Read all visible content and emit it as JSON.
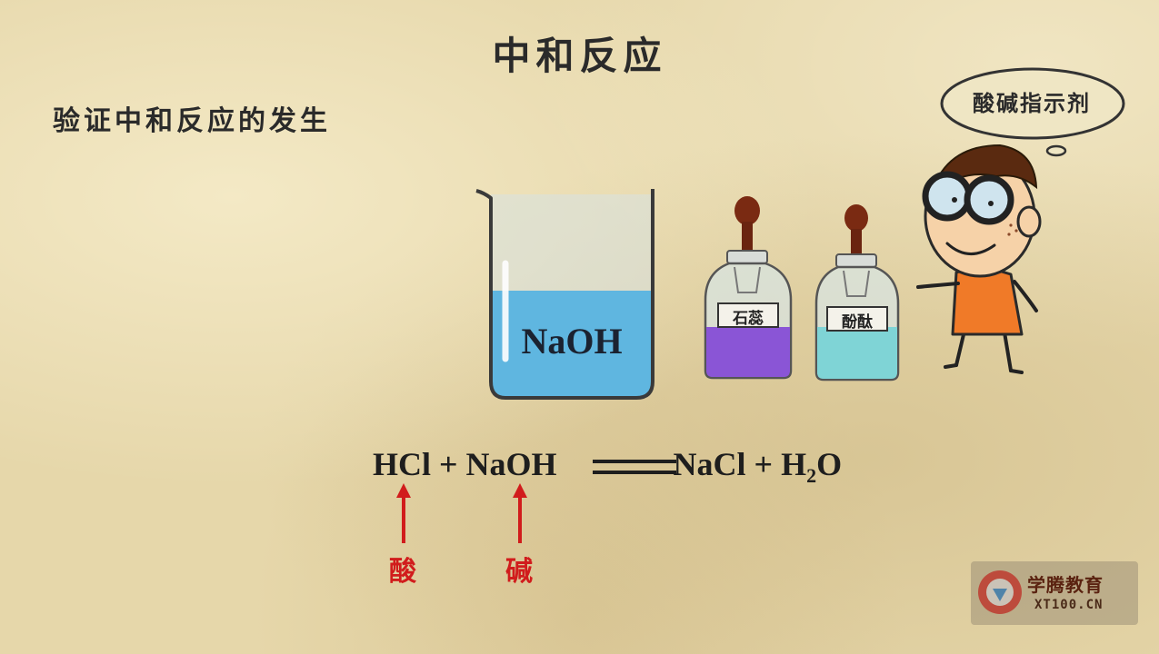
{
  "title": "中和反应",
  "subtitle": "验证中和反应的发生",
  "thought_bubble": "酸碱指示剂",
  "beaker": {
    "label": "NaOH"
  },
  "bottles": [
    {
      "label": "石蕊"
    },
    {
      "label": "酚酞"
    }
  ],
  "equation": {
    "reactant_1": "HCl",
    "plus_1": "+",
    "reactant_2": "NaOH",
    "product_1": "NaCl",
    "plus_2": "+",
    "product_2_main": "H",
    "product_2_sub": "2",
    "product_2_end": "O"
  },
  "annotations": {
    "acid": "酸",
    "base": "碱"
  },
  "logo": {
    "name": "学腾教育",
    "url_text": "XT100.CN"
  },
  "colors": {
    "background": "#e6d7aa",
    "annotation_red": "#d11c1c",
    "naoh_blue": "#5fb6e0",
    "litmus_purple": "#8a55d6",
    "phenolphthalein_teal": "#7fd4d6",
    "shirt_orange": "#f07a28"
  }
}
